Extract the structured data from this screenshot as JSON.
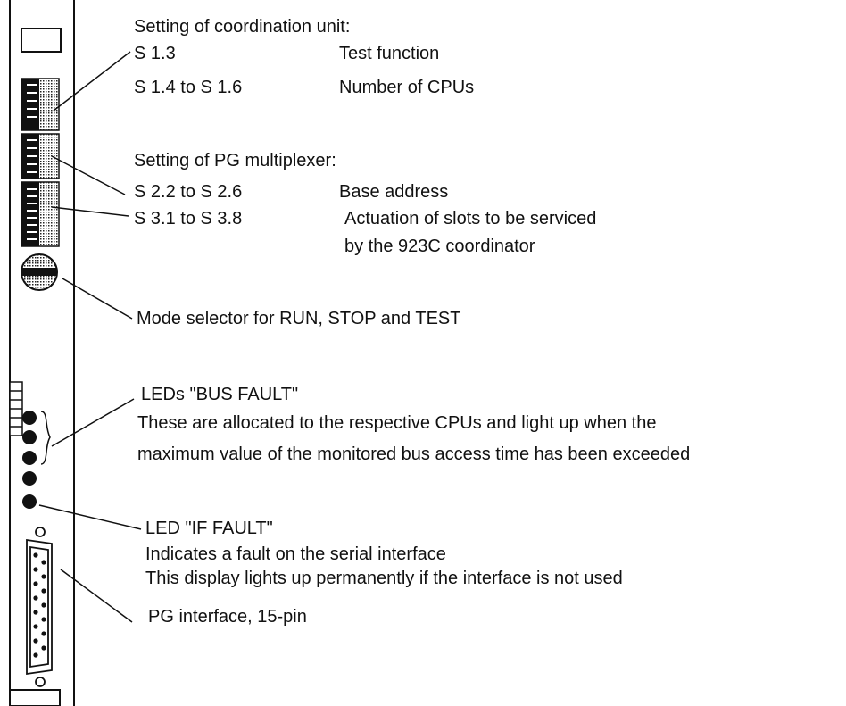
{
  "coordination": {
    "heading": "Setting of coordination unit:",
    "rows": [
      {
        "switch": "S 1.3",
        "desc": "Test function"
      },
      {
        "switch": "S 1.4 to S 1.6",
        "desc": "Number of CPUs"
      }
    ]
  },
  "multiplexer": {
    "heading": "Setting of PG multiplexer:",
    "rows": [
      {
        "switch": "S 2.2 to S 2.6",
        "desc": "Base address"
      },
      {
        "switch": "S 3.1 to S 3.8",
        "desc": "Actuation of slots to be serviced",
        "desc2": "by the 923C coordinator"
      }
    ]
  },
  "mode_selector": {
    "text": "Mode selector for RUN, STOP and TEST"
  },
  "bus_fault": {
    "title": "LEDs \"BUS FAULT\"",
    "line1": "These are allocated to the respective CPUs and light up when the",
    "line2": "maximum value of the monitored bus access time has been exceeded"
  },
  "if_fault": {
    "title": "LED \"IF FAULT\"",
    "line1": "Indicates a fault on the serial interface",
    "line2": "This display lights up permanently if the interface is not used"
  },
  "pg_interface": {
    "text": "PG interface, 15-pin"
  }
}
